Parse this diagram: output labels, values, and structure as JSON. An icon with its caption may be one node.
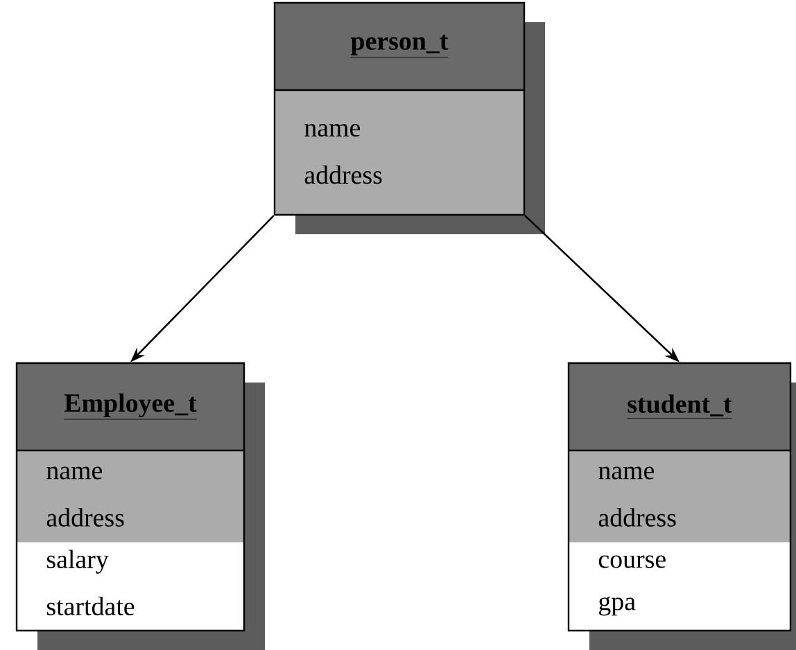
{
  "diagram": {
    "nodes": [
      {
        "text": [
          "person_t",
          "name",
          "address"
        ]
      },
      {
        "text": [
          "Employee_t",
          "name",
          "address",
          "salary",
          "startdate"
        ]
      },
      {
        "text": [
          "student_t",
          "name",
          "address",
          "course",
          "gpa"
        ]
      }
    ],
    "edges": [
      {
        "from": 0,
        "to": 1,
        "arrow": "to"
      },
      {
        "from": 0,
        "to": 2,
        "arrow": "to"
      }
    ]
  }
}
